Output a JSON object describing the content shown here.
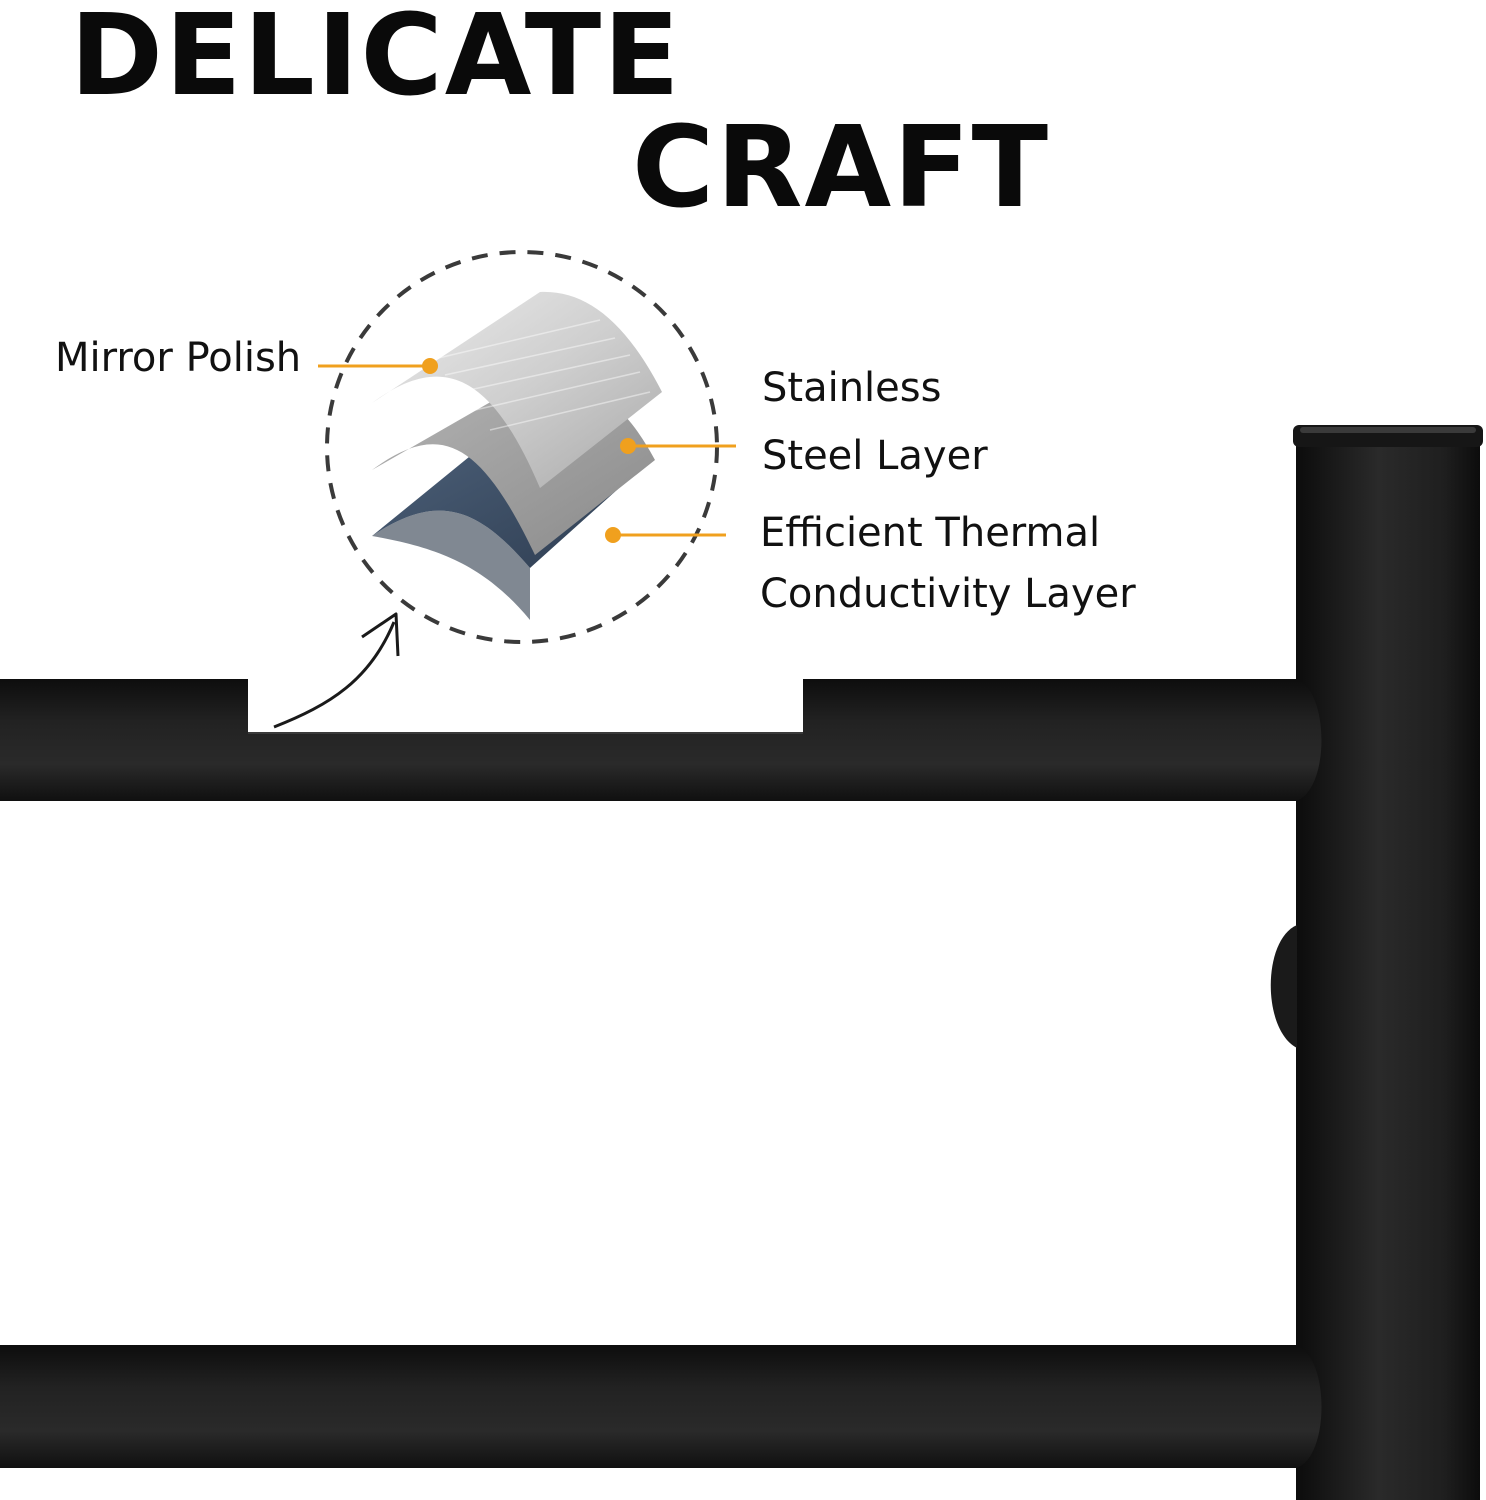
{
  "headline": {
    "line1": "DELICATE",
    "line2": "CRAFT"
  },
  "layers": [
    {
      "lines": [
        "Mirror Polish"
      ]
    },
    {
      "lines": [
        "Stainless",
        "Steel Layer"
      ]
    },
    {
      "lines": [
        "Efficient Thermal",
        "Conductivity Layer"
      ]
    }
  ],
  "colors": {
    "accent": "#f0a01e",
    "rail": "#1c1c1c",
    "polish_layer": "#d7d7d7",
    "steel_layer": "#9c9c9c",
    "thermal_layer": "#3e5067",
    "text": "#111111"
  },
  "icons": [
    "dashed-magnifier-circle",
    "curved-arrow-icon",
    "callout-dot-icon"
  ]
}
